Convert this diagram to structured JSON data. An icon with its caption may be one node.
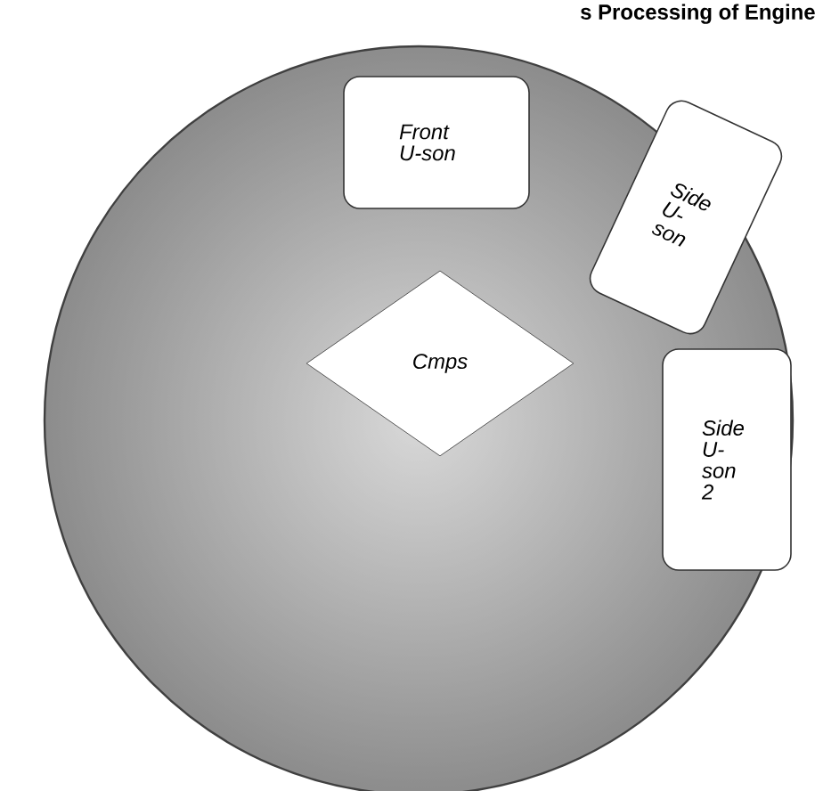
{
  "diagram": {
    "title": "s Processing of Engine",
    "nodes": [
      {
        "text": [],
        "shape": "circle"
      },
      {
        "text": [
          "Front U-son"
        ],
        "in": 0
      },
      {
        "text": [
          "Side U-son"
        ],
        "in": 0
      },
      {
        "text": [
          "Cmps"
        ],
        "in": 0
      },
      {
        "text": [
          "Side U-son 2"
        ],
        "in": 0
      }
    ]
  }
}
